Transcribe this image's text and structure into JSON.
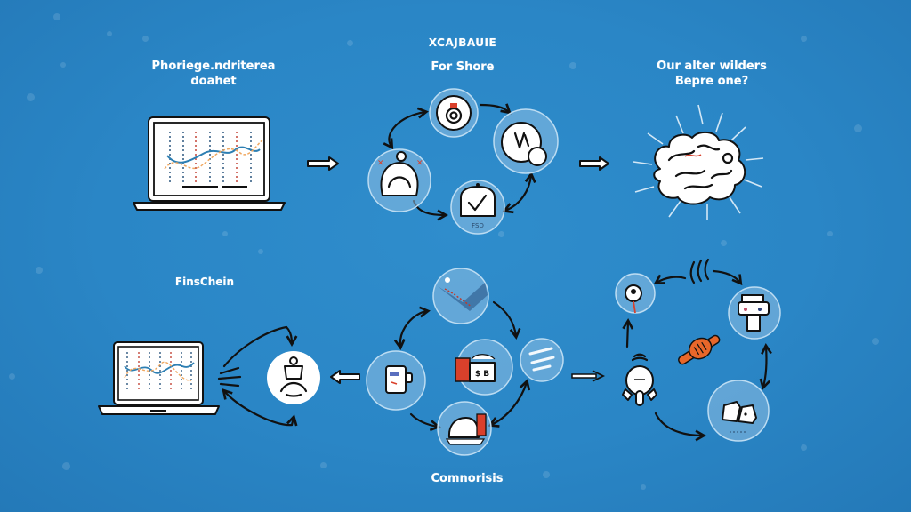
{
  "labels": {
    "top_left_line1": "Phoriege.ndriterea",
    "top_left_line2": "doahet",
    "top_center_title": "XCAJBAUIE",
    "top_center_sub": "For Shore",
    "top_right_line1": "Our alter wilders",
    "top_right_line2": "Bepre one?",
    "mid_left": "FinsChein",
    "bottom_center": "Comnorisis"
  },
  "icons": {
    "laptop_top": "laptop-chart-icon",
    "arrow_top_1": "arrow-right-icon",
    "cycle_top": [
      "lock-badge-icon",
      "puzzle-face-icon",
      "alarm-face-icon",
      "clipboard-check-icon"
    ],
    "clipboard_caption": "FSD",
    "arrow_top_2": "arrow-right-icon",
    "brain_cloud": "brain-burst-icon",
    "laptop_bottom": "laptop-chart-icon",
    "bag_user": "bag-user-icon",
    "arrow_bottom_1": "arrow-left-icon",
    "cycle_bottom": [
      "fish-icon",
      "mug-icon",
      "cash-box-icon",
      "toolbox-icon",
      "tool-pair-icon"
    ],
    "cash_box_text": "$ B",
    "arrow_bottom_2": "arrow-right-icon",
    "cycle_right": [
      "magnifier-icon",
      "character-face-icon",
      "car-icon",
      "wrench-bone-icon",
      "robot-figure-icon"
    ]
  },
  "colors": {
    "background": "#2a86c6",
    "ink": "#111111",
    "accent_red": "#d9402b",
    "accent_orange": "#e8672a",
    "chart_blue": "#2d7fb3",
    "chart_orange": "#f0a860"
  }
}
